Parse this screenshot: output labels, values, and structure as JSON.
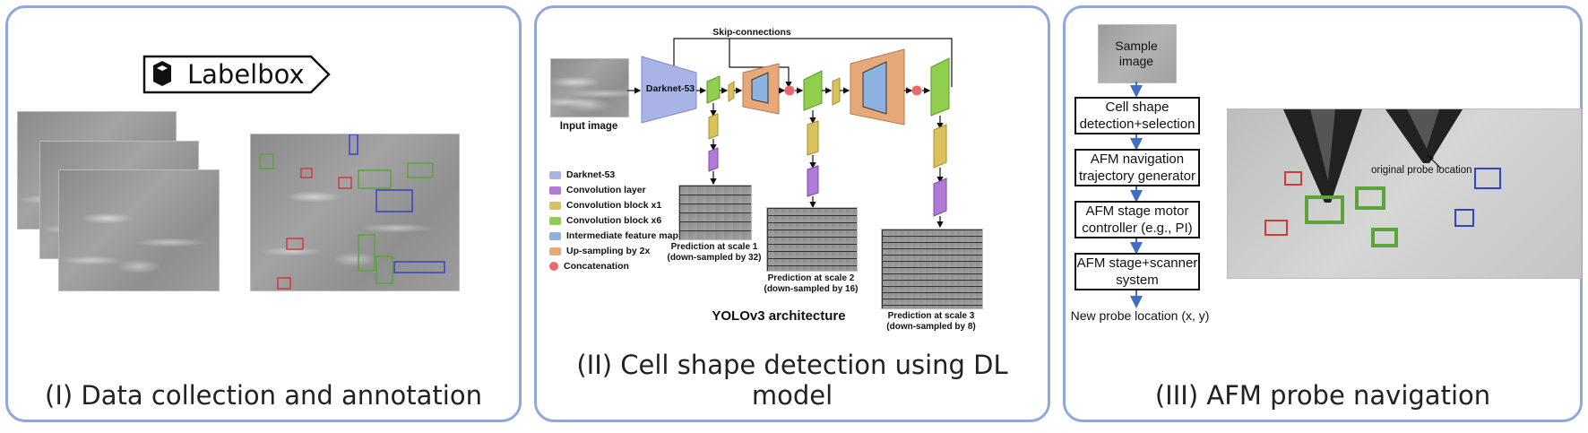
{
  "panel1": {
    "caption": "(I) Data collection and annotation",
    "logo_text": "Labelbox"
  },
  "panel2": {
    "caption": "(II) Cell shape detection using DL model",
    "input_label": "Input image",
    "backbone_label": "Darknet-53",
    "skip_label": "Skip-connections",
    "arch_title": "YOLOv3 architecture",
    "legend": [
      {
        "label": "Darknet-53",
        "color": "#a9b3e6"
      },
      {
        "label": "Convolution layer",
        "color": "#b27ad8"
      },
      {
        "label": "Convolution block x1",
        "color": "#d9c25e"
      },
      {
        "label": "Convolution block x6",
        "color": "#8fcf4d"
      },
      {
        "label": "Intermediate feature map",
        "color": "#8eb2e0"
      },
      {
        "label": "Up-sampling by 2x",
        "color": "#e8a97a"
      },
      {
        "label": "Concatenation",
        "color": "#e86a6a"
      }
    ],
    "predictions": [
      {
        "line1": "Prediction at scale 1",
        "line2": "(down-sampled by 32)"
      },
      {
        "line1": "Prediction at scale 2",
        "line2": "(down-sampled by 16)"
      },
      {
        "line1": "Prediction at scale 3",
        "line2": "(down-sampled by 8)"
      }
    ]
  },
  "panel3": {
    "caption": "(III) AFM probe navigation",
    "sample_label_1": "Sample",
    "sample_label_2": "image",
    "steps": [
      {
        "line1": "Cell shape",
        "line2": "detection+selection"
      },
      {
        "line1": "AFM navigation",
        "line2": "trajectory generator"
      },
      {
        "line1": "AFM stage motor",
        "line2": "controller (e.g., PI)"
      },
      {
        "line1": "AFM stage+scanner",
        "line2": "system"
      }
    ],
    "output_label": "New probe location (x, y)",
    "probe_annotation": "original probe location"
  },
  "colors": {
    "panel_border": "#8ea9d9",
    "box_red": "#d23a3a",
    "box_green": "#5aa43a",
    "box_blue": "#2f45c8",
    "arrow_blue": "#3e6fc4"
  }
}
